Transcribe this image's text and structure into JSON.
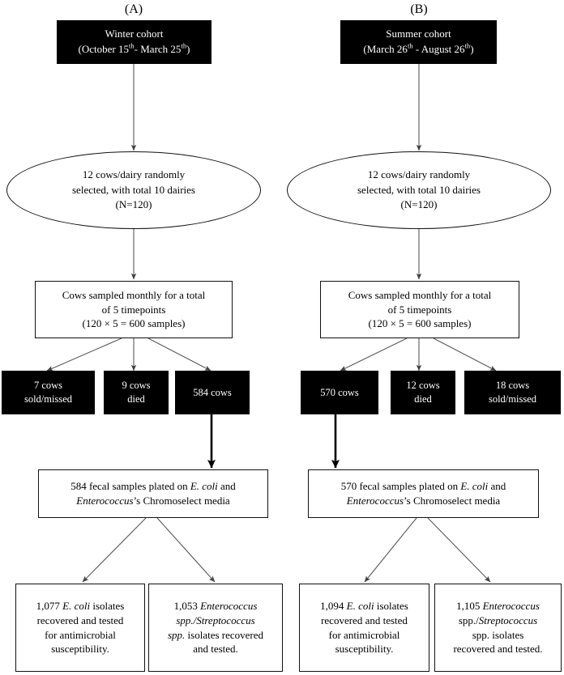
{
  "figure": {
    "type": "flowchart",
    "panels": [
      {
        "id": "A",
        "label": "(A)",
        "nodes": {
          "header": {
            "line1": "Winter cohort",
            "line2_pre": "(October 15",
            "line2_sup1": "th",
            "line2_mid": "- March 25",
            "line2_sup2": "th",
            "line2_post": ")"
          },
          "sampling_ellipse": {
            "line1": "12 cows/dairy randomly",
            "line2": "selected, with total 10 dairies",
            "line3": "(N=120)"
          },
          "timepoints_box": {
            "line1": "Cows sampled monthly for a total",
            "line2": "of 5 timepoints",
            "line3": "(120 × 5 = 600 samples)"
          },
          "attrition": [
            {
              "line1": "7 cows",
              "line2": "sold/missed"
            },
            {
              "line1": "9 cows",
              "line2": "died"
            },
            {
              "line1": "584 cows",
              "line2": ""
            }
          ],
          "plating_box": {
            "pre": "584 fecal samples plated on ",
            "italic1": "E. coli",
            "mid": " and ",
            "italic2": "Enterococcus",
            "post": "’s Chromoselect media"
          },
          "outcomes": [
            {
              "l1_pre": "1,077 ",
              "l1_ital": "E. coli",
              "l1_post": " isolates",
              "l2": "recovered and tested",
              "l3": "for antimicrobial",
              "l4": "susceptibility."
            },
            {
              "l1_pre": "1,053 ",
              "l1_ital": "Enterococcus",
              "l1_post": "",
              "l2_ital": "spp./Streptococcus",
              "l3_ital": "spp.",
              "l3_post": " isolates recovered",
              "l4": "and tested."
            }
          ]
        }
      },
      {
        "id": "B",
        "label": "(B)",
        "nodes": {
          "header": {
            "line1": "Summer cohort",
            "line2_pre": "(March 26",
            "line2_sup1": "th",
            "line2_mid": " - August 26",
            "line2_sup2": "th",
            "line2_post": ")"
          },
          "sampling_ellipse": {
            "line1": "12 cows/dairy randomly",
            "line2": "selected, with total 10 dairies",
            "line3": "(N=120)"
          },
          "timepoints_box": {
            "line1": "Cows sampled monthly for a total",
            "line2": "of 5 timepoints",
            "line3": "(120 × 5 = 600 samples)"
          },
          "attrition": [
            {
              "line1": "570 cows",
              "line2": ""
            },
            {
              "line1": "12 cows",
              "line2": "died"
            },
            {
              "line1": "18 cows",
              "line2": "sold/missed"
            }
          ],
          "plating_box": {
            "pre": "570 fecal samples plated on ",
            "italic1": "E. coli",
            "mid": " and ",
            "italic2": "Enterococcus",
            "post": "’s Chromoselect media"
          },
          "outcomes": [
            {
              "l1_pre": "1,094 ",
              "l1_ital": "E. coli",
              "l1_post": " isolates",
              "l2": "recovered and tested",
              "l3": "for antimicrobial",
              "l4": "susceptibility."
            },
            {
              "l1_pre": "1,105 ",
              "l1_ital": "Enterococcus",
              "l1_post": "",
              "l2_plain": "spp./",
              "l2_ital": "Streptococcus",
              "l3_plain": "spp. isolates",
              "l4": "recovered and tested."
            }
          ]
        }
      }
    ],
    "colors": {
      "black_fill": "#000000",
      "box_stroke": "#111111",
      "thin_connector": "#555a5e",
      "thick_connector": "#000000",
      "background": "#ffffff",
      "black_box_text": "#ffffff"
    }
  }
}
